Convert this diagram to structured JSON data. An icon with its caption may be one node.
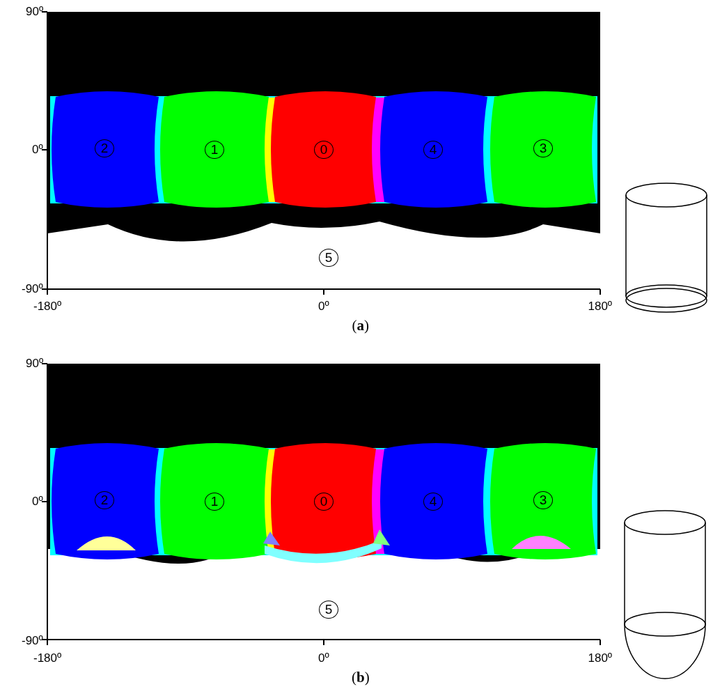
{
  "diagram": {
    "nodes": [
      {
        "text": [
          "2"
        ]
      },
      {
        "text": [
          "1"
        ]
      },
      {
        "text": [
          "0"
        ]
      },
      {
        "text": [
          "4"
        ]
      },
      {
        "text": [
          "3"
        ]
      },
      {
        "text": [
          "5"
        ]
      },
      {
        "text": [
          "2"
        ]
      },
      {
        "text": [
          "1"
        ]
      },
      {
        "text": [
          "0"
        ]
      },
      {
        "text": [
          "4"
        ]
      },
      {
        "text": [
          "3"
        ]
      },
      {
        "text": [
          "5"
        ]
      }
    ],
    "labels": [
      "90º",
      "0º",
      "-90º",
      "-180º",
      "0º",
      "180º",
      "(**a**)",
      "90º",
      "0º",
      "-90º",
      "-180º",
      "0º",
      "180º",
      "(**b**)"
    ]
  }
}
